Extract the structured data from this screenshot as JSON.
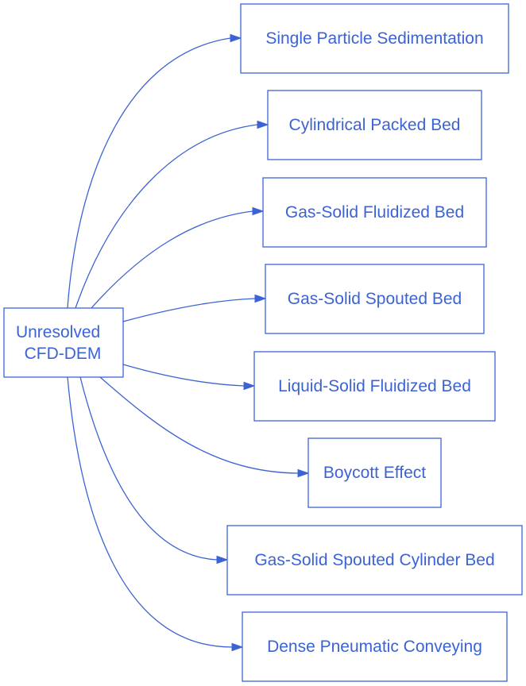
{
  "colors": {
    "accent": "#3c63d4",
    "background": "#ffffff"
  },
  "root": {
    "lines": [
      "Unresolved",
      "CFD-DEM"
    ]
  },
  "targets": [
    "Single Particle Sedimentation",
    "Cylindrical Packed Bed",
    "Gas-Solid Fluidized Bed",
    "Gas-Solid Spouted Bed",
    "Liquid-Solid Fluidized Bed",
    "Boycott Effect",
    "Gas-Solid Spouted Cylinder Bed",
    "Dense Pneumatic Conveying"
  ]
}
